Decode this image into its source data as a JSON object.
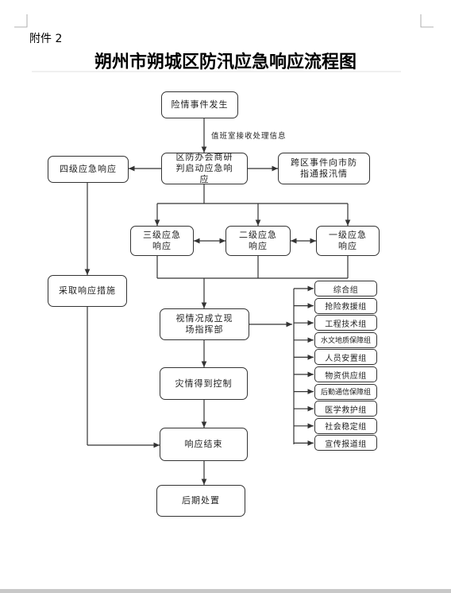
{
  "header": {
    "attachment_label": "附件 2",
    "title": "朔州市朔城区防汛应急响应流程图"
  },
  "flow": {
    "event_occurs": "险情事件发生",
    "duty_receives_note": "值班室接收处理信息",
    "district_start": "区防办会商研判启动应急响应",
    "level4": "四级应急响应",
    "cross_region": "跨区事件向市防指通报汛情",
    "level3": "三级应急响应",
    "level2": "二级应急响应",
    "level1": "一级应急响应",
    "take_measures": "采取响应措施",
    "field_command": "视情况成立现场指挥部",
    "disaster_controlled": "灾情得到控制",
    "response_end": "响应结束",
    "aftermath": "后期处置"
  },
  "groups": [
    "综合组",
    "抢险救援组",
    "工程技术组",
    "水文地质保障组",
    "人员安置组",
    "物资供应组",
    "后勤通信保障组",
    "医学救护组",
    "社会稳定组",
    "宣传报道组"
  ],
  "colors": {
    "stroke": "#333333",
    "text": "#222222"
  }
}
